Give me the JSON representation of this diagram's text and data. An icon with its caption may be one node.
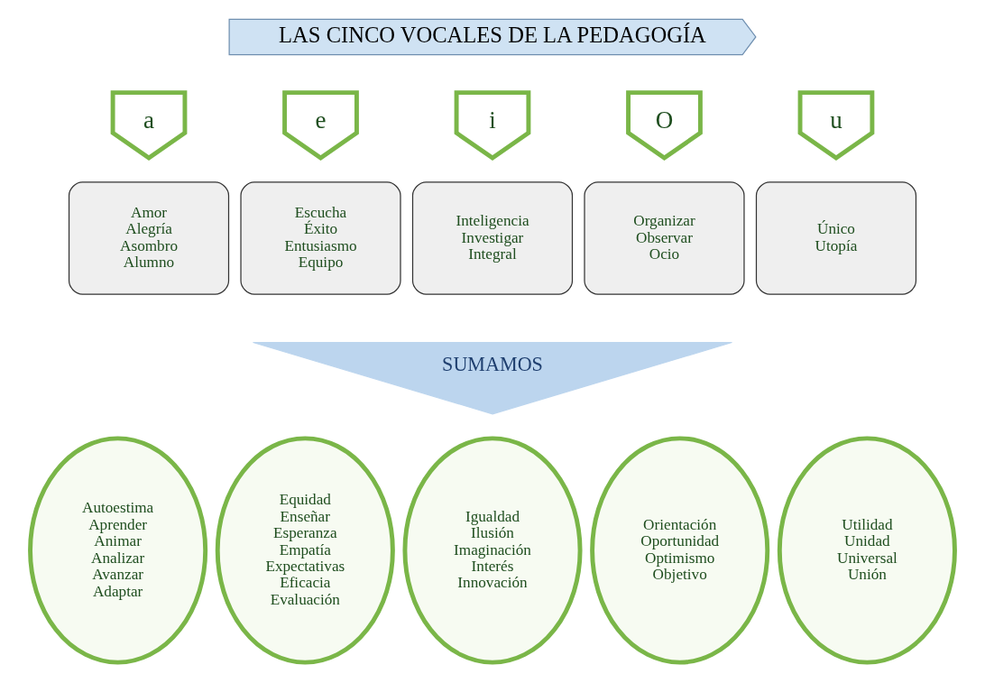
{
  "diagram": {
    "nodes": [
      {
        "text": [
          "LAS CINCO VOCALES DE LA PEDAGOGÍA"
        ]
      },
      {
        "text": [
          "a"
        ]
      },
      {
        "text": [
          "e"
        ]
      },
      {
        "text": [
          "i"
        ]
      },
      {
        "text": [
          "O"
        ]
      },
      {
        "text": [
          "u"
        ]
      },
      {
        "text": [
          "Amor Alegría Asombro Alumno"
        ]
      },
      {
        "text": [
          "Escucha Éxito Entusiasmo Equipo"
        ]
      },
      {
        "text": [
          "Inteligencia Investigar Integral"
        ]
      },
      {
        "text": [
          "Organizar Observar Ocio"
        ]
      },
      {
        "text": [
          "Único Utopía"
        ]
      },
      {
        "text": [
          "SUMAMOS"
        ]
      },
      {
        "text": [
          "Autoestima Aprender Animar Analizar Avanzar Adaptar"
        ]
      },
      {
        "text": [
          "Equidad Enseñar Esperanza Empatía Expectativas Eficacia Evaluación"
        ]
      },
      {
        "text": [
          "Igualdad Ilusión Imaginación Interés Innovación"
        ]
      },
      {
        "text": [
          "Orientación Oportunidad Optimismo Objetivo"
        ]
      },
      {
        "text": [
          "Utilidad Unidad Universal Unión"
        ]
      }
    ]
  }
}
